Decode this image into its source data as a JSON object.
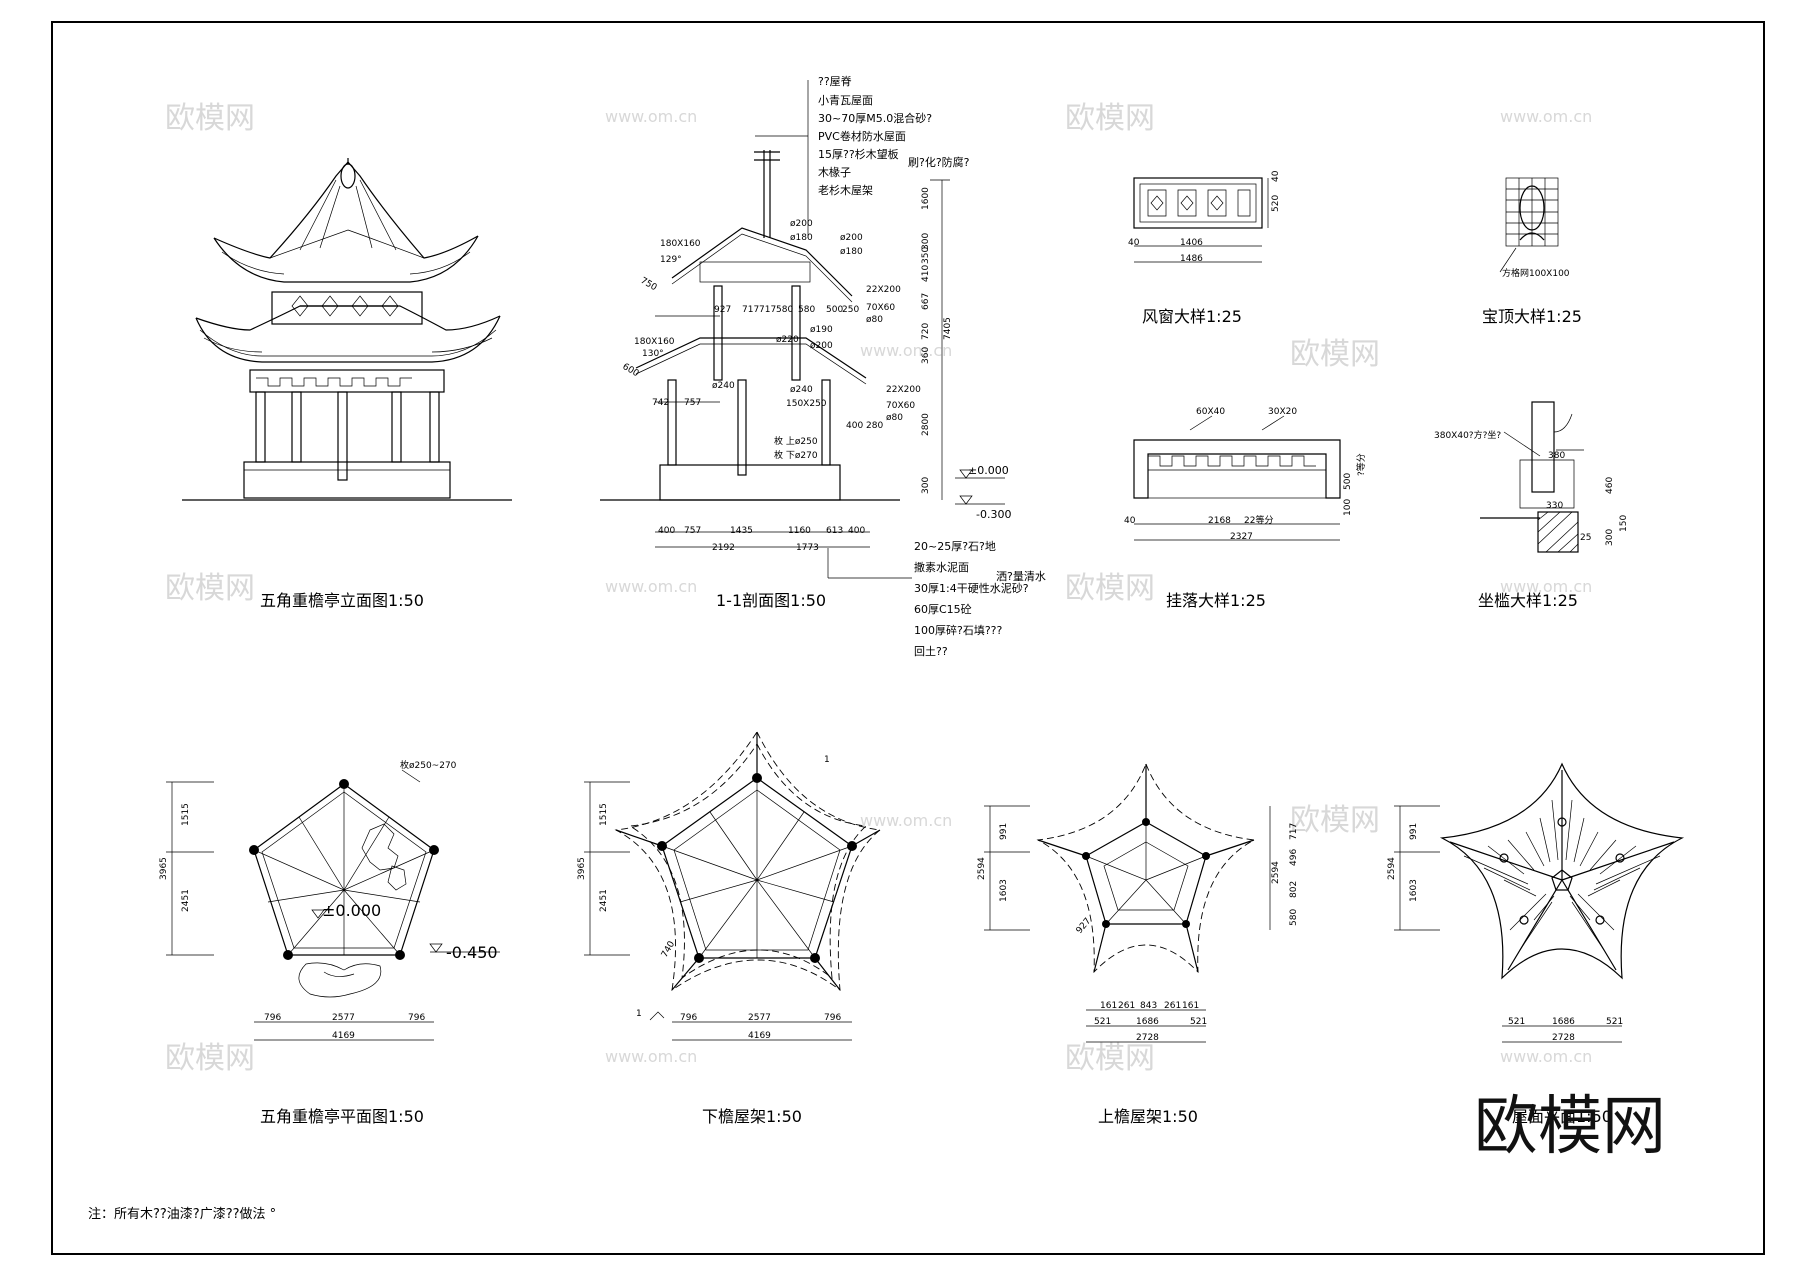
{
  "titles": {
    "elevation": "五角重檐亭立面图1:50",
    "section": "1-1剖面图1:50",
    "wind_window": "风窗大样1:25",
    "finial": "宝顶大样1:25",
    "hanging_lattice": "挂落大样1:25",
    "bench": "坐槛大样1:25",
    "plan": "五角重檐亭平面图1:50",
    "lower_roof": "下檐屋架1:50",
    "upper_roof": "上檐屋架1:50",
    "roof_plan": "屋面平面1:50"
  },
  "note": "注：所有木??油漆?广漆??做法 °",
  "brand": "欧模网",
  "watermark": {
    "logo": "欧模网",
    "url": "www.om.cn"
  },
  "roof_layers": [
    "??屋脊",
    "小青瓦屋面",
    "30~70厚M5.0混合砂?",
    "PVC卷材防水屋面",
    "15厚??杉木望板",
    "木椽子",
    "老杉木屋架"
  ],
  "roof_layer_extra": "刷?化?防腐?",
  "floor_layers": [
    "20~25厚?石?地",
    "撒素水泥面",
    "30厚1:4干硬性水泥砂?",
    "60厚C15砼",
    "100厚碎?石填???",
    "回土??"
  ],
  "floor_layer_extra": "洒?量清水",
  "section_dims": {
    "vertical": [
      "1600",
      "300",
      "350",
      "410",
      "667",
      "720",
      "360",
      "2800",
      "300"
    ],
    "total_height": "7405",
    "upper_beam": "180X160",
    "upper_angle": "129°",
    "upper_offset": "750",
    "upper_row": [
      "927",
      "717",
      "717",
      "580",
      "580",
      "500",
      "250"
    ],
    "upper_members": [
      "ø200",
      "ø180",
      "ø200",
      "ø180",
      "22X200",
      "70X60",
      "ø80"
    ],
    "lower_beam": "180X160",
    "lower_angle": "130°",
    "lower_offset": "600",
    "lower_row": [
      "742",
      "757"
    ],
    "lower_members": [
      "ø220",
      "ø190",
      "ø200",
      "ø240",
      "ø240",
      "150X250",
      "22X200",
      "70X60",
      "ø80"
    ],
    "col_top": "枚 上ø250",
    "col_bottom": "枚 下ø270",
    "base_row": [
      "400",
      "757",
      "1435",
      "1160",
      "613",
      "400"
    ],
    "base_totals": [
      "2192",
      "1773"
    ],
    "side_row": [
      "400",
      "280"
    ],
    "level_top": "±0.000",
    "level_bottom": "-0.300"
  },
  "wind_window_dims": {
    "width_inner": "1406",
    "width_total": "1486",
    "side": "40",
    "height": "520",
    "height_side": "40"
  },
  "finial_note": "方格网100X100",
  "lattice_dims": {
    "member_a": "60X40",
    "member_b": "30X20",
    "span": "2168",
    "division": "22等分",
    "side": "40",
    "total": "2327",
    "right_note": "?等分",
    "heights": [
      "500",
      "100"
    ]
  },
  "bench_dims": {
    "plank": "380X40?方?坐?",
    "w1": "380",
    "w2": "330",
    "h1": "460",
    "h2": "300",
    "h3": "150",
    "h4": "25"
  },
  "plan_dims": {
    "col_note": "枚ø250~270",
    "level_top": "±0.000",
    "level_bottom": "-0.450",
    "vertical": [
      "1515",
      "2451"
    ],
    "total_v": "3965",
    "bottom": [
      "796",
      "2577",
      "796"
    ],
    "total": "4169"
  },
  "lower_roof_dims": {
    "vertical": [
      "1515",
      "2451"
    ],
    "total_v": "3965",
    "bottom": [
      "796",
      "2577",
      "796"
    ],
    "total": "4169",
    "diag": "740",
    "marker": "1"
  },
  "upper_roof_dims": {
    "vertical": [
      "991",
      "1603"
    ],
    "total_v": "2594",
    "right": [
      "717",
      "496",
      "802",
      "580"
    ],
    "right_total": "2594",
    "bottom_a": [
      "161",
      "261",
      "843",
      "261",
      "161"
    ],
    "bottom_b": [
      "521",
      "1686",
      "521"
    ],
    "total": "2728",
    "diag": "927"
  },
  "roof_plan_dims": {
    "vertical": [
      "991",
      "1603"
    ],
    "total_v": "2594",
    "bottom": [
      "521",
      "1686",
      "521"
    ],
    "total": "2728"
  }
}
